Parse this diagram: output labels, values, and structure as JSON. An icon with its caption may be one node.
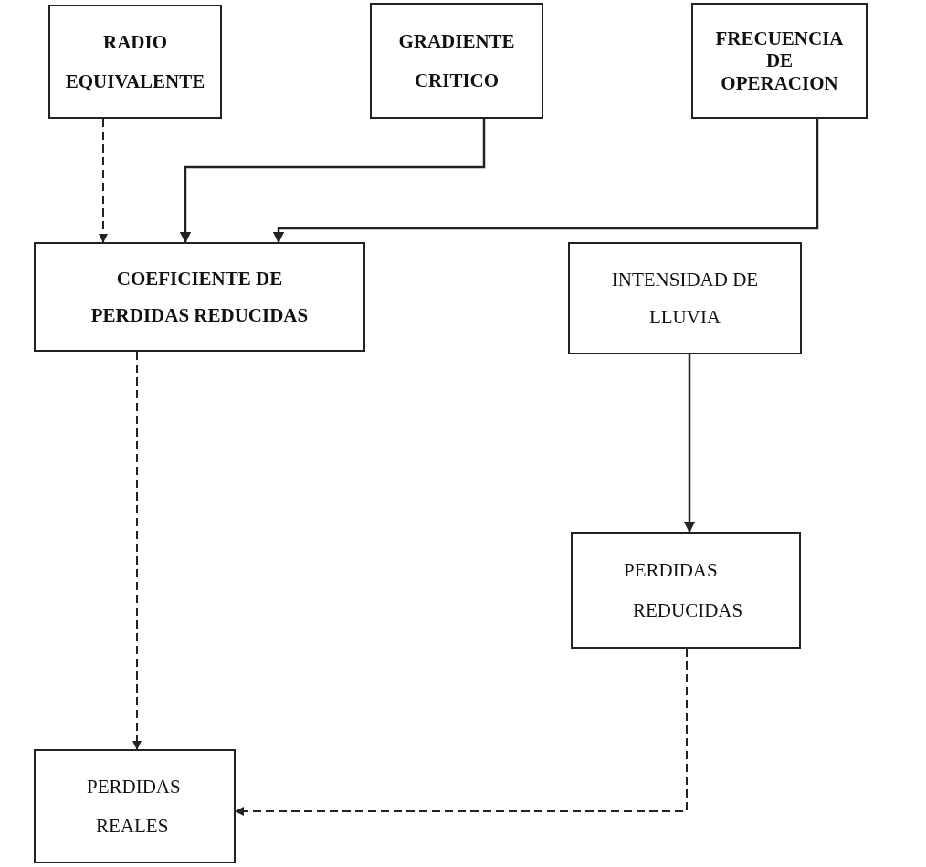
{
  "diagram": {
    "nodes": [
      {
        "text": [
          "RADIO",
          "EQUIVALENTE"
        ]
      },
      {
        "text": [
          "GRADIENTE",
          "CRITICO"
        ]
      },
      {
        "text": [
          "FRECUENCIA DE OPERACION"
        ]
      },
      {
        "text": [
          "COEFICIENTE DE",
          "PERDIDAS REDUCIDAS"
        ]
      },
      {
        "text": [
          "INTENSIDAD DE",
          "LLUVIA"
        ]
      },
      {
        "text": [
          "PERDIDAS",
          "REDUCIDAS"
        ]
      },
      {
        "text": [
          "PERDIDAS",
          "REALES"
        ]
      }
    ],
    "edges": [
      {
        "from": 0,
        "to": 3,
        "arrow": "to",
        "style": "dashed"
      },
      {
        "from": 1,
        "to": 3,
        "arrow": "to"
      },
      {
        "from": 2,
        "to": 3,
        "arrow": "to"
      },
      {
        "from": 4,
        "to": 5,
        "arrow": "to"
      },
      {
        "from": 3,
        "to": 6,
        "arrow": "to",
        "style": "dashed"
      },
      {
        "from": 5,
        "to": 6,
        "arrow": "to",
        "style": "dashed"
      }
    ]
  }
}
